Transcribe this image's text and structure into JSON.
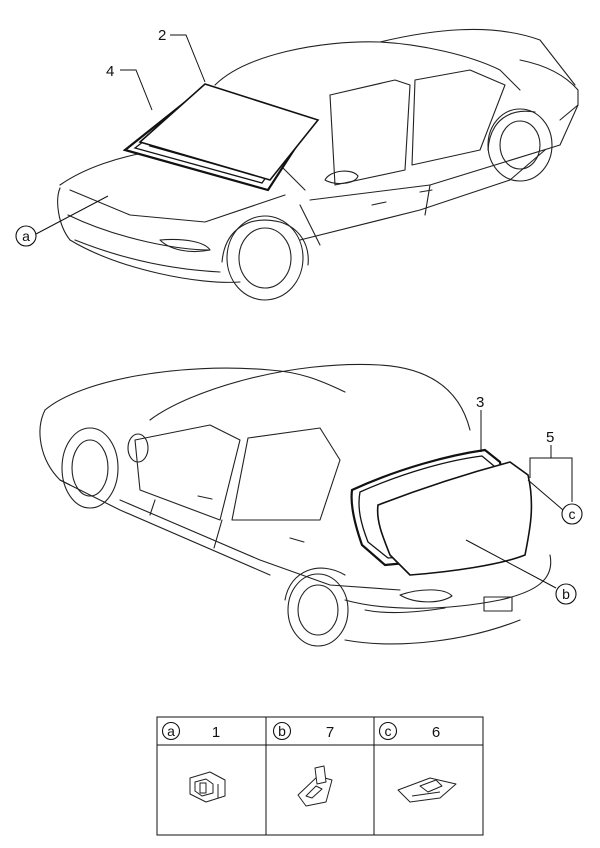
{
  "callouts": {
    "front_seal": "2",
    "front_glass": "4",
    "rear_glass": "3",
    "rear_seal": "5",
    "front_ref": "a",
    "rear_ref_b": "b",
    "rear_ref_c": "c"
  },
  "legend": {
    "columns": [
      {
        "ref": "a",
        "part_no": "1",
        "icon": "glass-clip-part"
      },
      {
        "ref": "b",
        "part_no": "7",
        "icon": "glass-spacer-part"
      },
      {
        "ref": "c",
        "part_no": "6",
        "icon": "glass-pad-part"
      }
    ]
  }
}
